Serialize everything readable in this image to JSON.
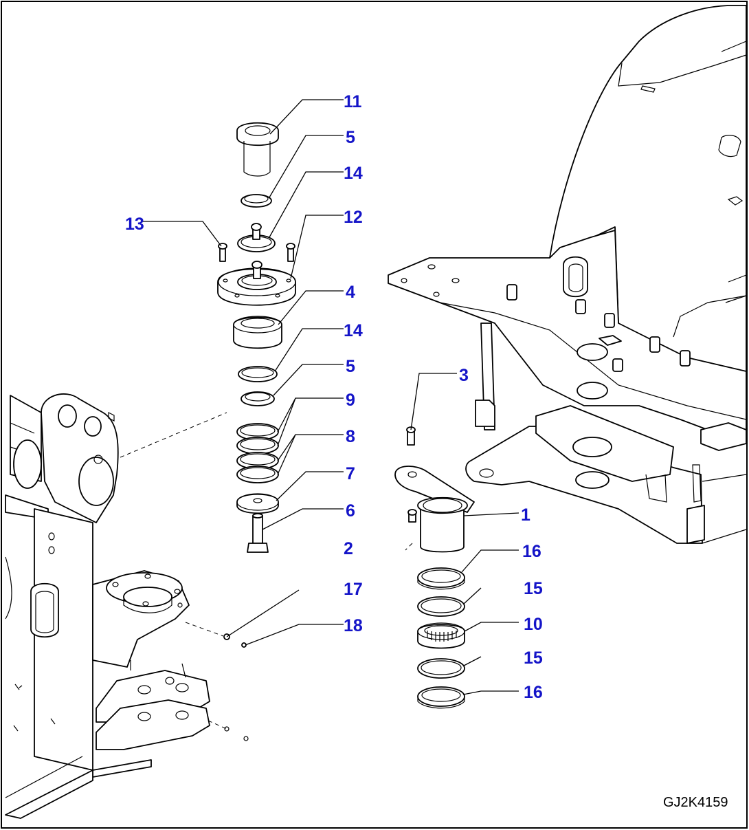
{
  "drawing_code": "GJ2K4159",
  "colors": {
    "callout": "#1414c8",
    "line": "#000000",
    "background": "#ffffff"
  },
  "callouts": [
    {
      "id": "c11",
      "label": "11"
    },
    {
      "id": "c5a",
      "label": "5"
    },
    {
      "id": "c14a",
      "label": "14"
    },
    {
      "id": "c13",
      "label": "13"
    },
    {
      "id": "c12",
      "label": "12"
    },
    {
      "id": "c4",
      "label": "4"
    },
    {
      "id": "c14b",
      "label": "14"
    },
    {
      "id": "c5b",
      "label": "5"
    },
    {
      "id": "c9",
      "label": "9"
    },
    {
      "id": "c8",
      "label": "8"
    },
    {
      "id": "c7",
      "label": "7"
    },
    {
      "id": "c6",
      "label": "6"
    },
    {
      "id": "c2",
      "label": "2"
    },
    {
      "id": "c3",
      "label": "3"
    },
    {
      "id": "c1",
      "label": "1"
    },
    {
      "id": "c16a",
      "label": "16"
    },
    {
      "id": "c15a",
      "label": "15"
    },
    {
      "id": "c10",
      "label": "10"
    },
    {
      "id": "c15b",
      "label": "15"
    },
    {
      "id": "c16b",
      "label": "16"
    },
    {
      "id": "c17",
      "label": "17"
    },
    {
      "id": "c18",
      "label": "18"
    }
  ]
}
